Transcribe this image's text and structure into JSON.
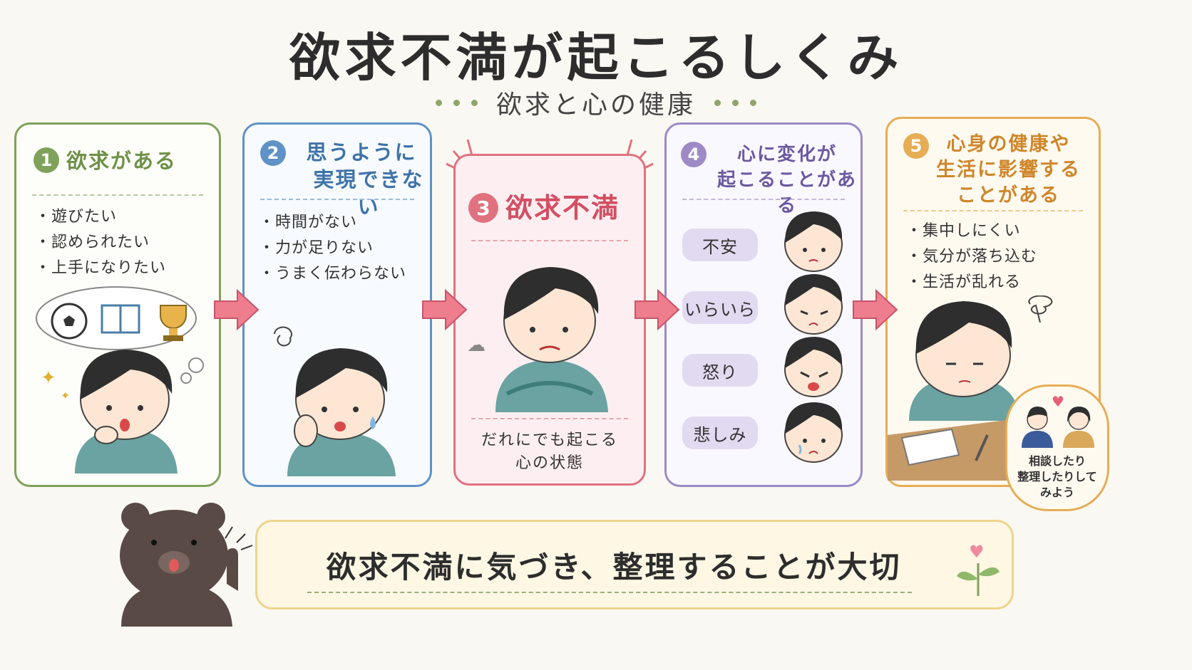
{
  "title": "欲求不満が起こるしくみ",
  "subtitle": "欲求と心の健康",
  "colors": {
    "green": "#7fa25b",
    "blue": "#5f92c6",
    "red": "#e0727f",
    "purple": "#9d8ac6",
    "orange": "#e6ad55",
    "arrow": "#ee7d8e"
  },
  "steps": [
    {
      "number": "1",
      "heading": "欲求がある",
      "bullets": [
        "遊びたい",
        "認められたい",
        "上手になりたい"
      ]
    },
    {
      "number": "2",
      "heading_line1": "思うように",
      "heading_line2": "実現できない",
      "bullets": [
        "時間がない",
        "力が足りない",
        "うまく伝わらない"
      ]
    },
    {
      "number": "3",
      "heading": "欲求不満",
      "caption_line1": "だれにでも起こる",
      "caption_line2": "心の状態"
    },
    {
      "number": "4",
      "heading_line1": "心に変化が",
      "heading_line2": "起こることがある",
      "emotions": [
        "不安",
        "いらいら",
        "怒り",
        "悲しみ"
      ]
    },
    {
      "number": "5",
      "heading_line1": "心身の健康や",
      "heading_line2": "生活に影響する",
      "heading_line3": "ことがある",
      "bullets": [
        "集中しにくい",
        "気分が落ち込む",
        "生活が乱れる"
      ],
      "advice_line1": "相談したり",
      "advice_line2": "整理したりして",
      "advice_line3": "みよう"
    }
  ],
  "banner": "欲求不満に気づき、整理することが大切"
}
